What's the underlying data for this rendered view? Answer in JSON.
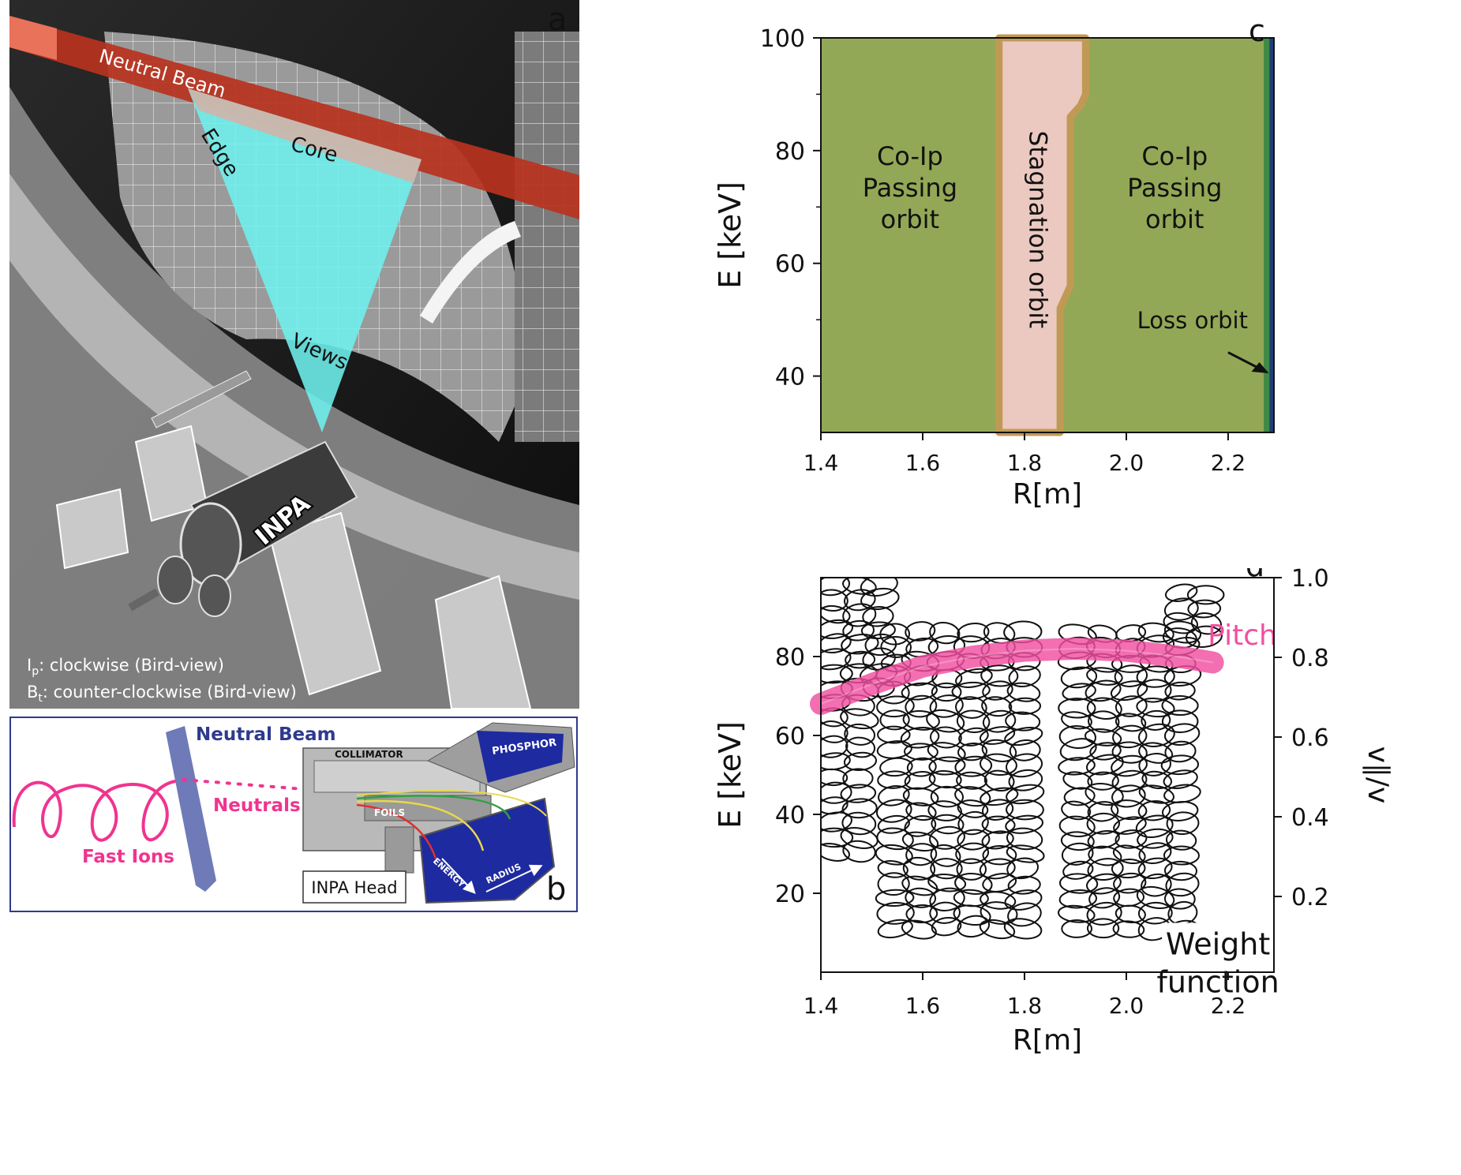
{
  "panel_a": {
    "letter": "a",
    "neutral_beam": "Neutral Beam",
    "core": "Core",
    "edge": "Edge",
    "views": "Views",
    "inpa": "INPA",
    "ip_sym": "I",
    "ip_sub": "p",
    "ip_text": ": clockwise (Bird-view)",
    "bt_sym": "B",
    "bt_sub": "t",
    "bt_text": ": counter-clockwise (Bird-view)"
  },
  "panel_b": {
    "letter": "b",
    "neutral_beam": "Neutral Beam",
    "neutrals": "Neutrals",
    "fast_ions": "Fast Ions",
    "collimator": "COLLIMATOR",
    "foils": "FOILS",
    "phosphor": "PHOSPHOR",
    "energy": "ENERGY",
    "radius": "RADIUS",
    "inpa_head": "INPA Head"
  },
  "colors": {
    "orbit_green": "#93a856",
    "stagnation_pink": "#ebc9c1",
    "boundary_tan": "#c09a55",
    "pitch_pink": "#f04fa0",
    "view_cyan": "#6ef0ee",
    "beam_red": "#c0301c",
    "frame_blue": "#2e3a8e"
  },
  "chart_data": [
    {
      "panel": "c",
      "type": "area",
      "letter": "c",
      "xlabel": "R[m]",
      "ylabel": "E [keV]",
      "xlim": [
        1.4,
        2.29
      ],
      "ylim": [
        30,
        100
      ],
      "xticks": [
        "1.4",
        "1.6",
        "1.8",
        "2.0",
        "2.2"
      ],
      "xtick_values": [
        1.4,
        1.6,
        1.8,
        2.0,
        2.2
      ],
      "yticks": [
        "40",
        "60",
        "80",
        "100"
      ],
      "ytick_values": [
        40,
        60,
        80,
        100
      ],
      "regions": [
        {
          "name": "Co-Ip Passing orbit",
          "lines": [
            "Co-Ip",
            "Passing",
            "orbit"
          ],
          "x_range": [
            1.4,
            1.75
          ]
        },
        {
          "name": "Stagnation orbit",
          "lines": [
            "Stagnation orbit"
          ],
          "left_boundary_R": 1.75,
          "right_boundary": [
            [
              1.87,
              30
            ],
            [
              1.87,
              52
            ],
            [
              1.88,
              54
            ],
            [
              1.89,
              56
            ],
            [
              1.89,
              86
            ],
            [
              1.91,
              88
            ],
            [
              1.92,
              90
            ],
            [
              1.92,
              100
            ]
          ]
        },
        {
          "name": "Co-Ip Passing orbit",
          "lines": [
            "Co-Ip",
            "Passing",
            "orbit"
          ],
          "x_range": [
            1.92,
            2.27
          ]
        },
        {
          "name": "Loss orbit",
          "lines": [
            "Loss orbit"
          ],
          "x_range": [
            2.27,
            2.29
          ],
          "arrow_to": [
            2.28,
            40.5
          ]
        }
      ]
    },
    {
      "panel": "d",
      "type": "line",
      "letter": "d",
      "xlabel": "R[m]",
      "ylabel": "E [keV]",
      "y2label": "v∥/v",
      "xlim": [
        1.4,
        2.29
      ],
      "ylim": [
        0,
        100
      ],
      "xticks": [
        "1.4",
        "1.6",
        "1.8",
        "2.0",
        "2.2"
      ],
      "xtick_values": [
        1.4,
        1.6,
        1.8,
        2.0,
        2.2
      ],
      "yticks": [
        "20",
        "40",
        "60",
        "80"
      ],
      "ytick_values": [
        20,
        40,
        60,
        80
      ],
      "y2ticks": [
        "0.2",
        "0.4",
        "0.6",
        "0.8",
        "1.0"
      ],
      "y2tick_values": [
        0.2,
        0.4,
        0.6,
        0.8,
        1.0
      ],
      "weight_label": [
        "Weight",
        "function"
      ],
      "pitch_label": "Pitch",
      "pitch_curve": [
        [
          1.4,
          68
        ],
        [
          1.5,
          73
        ],
        [
          1.6,
          77.5
        ],
        [
          1.7,
          80
        ],
        [
          1.8,
          81.5
        ],
        [
          1.9,
          82
        ],
        [
          2.0,
          81.5
        ],
        [
          2.1,
          80
        ],
        [
          2.17,
          78.5
        ]
      ],
      "contour_columns": [
        {
          "R_range": [
            1.4,
            1.49
          ],
          "E_range": [
            28,
            100
          ]
        },
        {
          "R_range": [
            1.49,
            1.56
          ],
          "E_range": [
            68,
            100
          ]
        },
        {
          "R_range": [
            1.52,
            1.84
          ],
          "E_range": [
            9,
            88
          ]
        },
        {
          "R_range": [
            1.88,
            2.14
          ],
          "E_range": [
            9,
            88
          ]
        },
        {
          "R_range": [
            2.08,
            2.18
          ],
          "E_range": [
            83,
            98
          ]
        }
      ]
    }
  ]
}
